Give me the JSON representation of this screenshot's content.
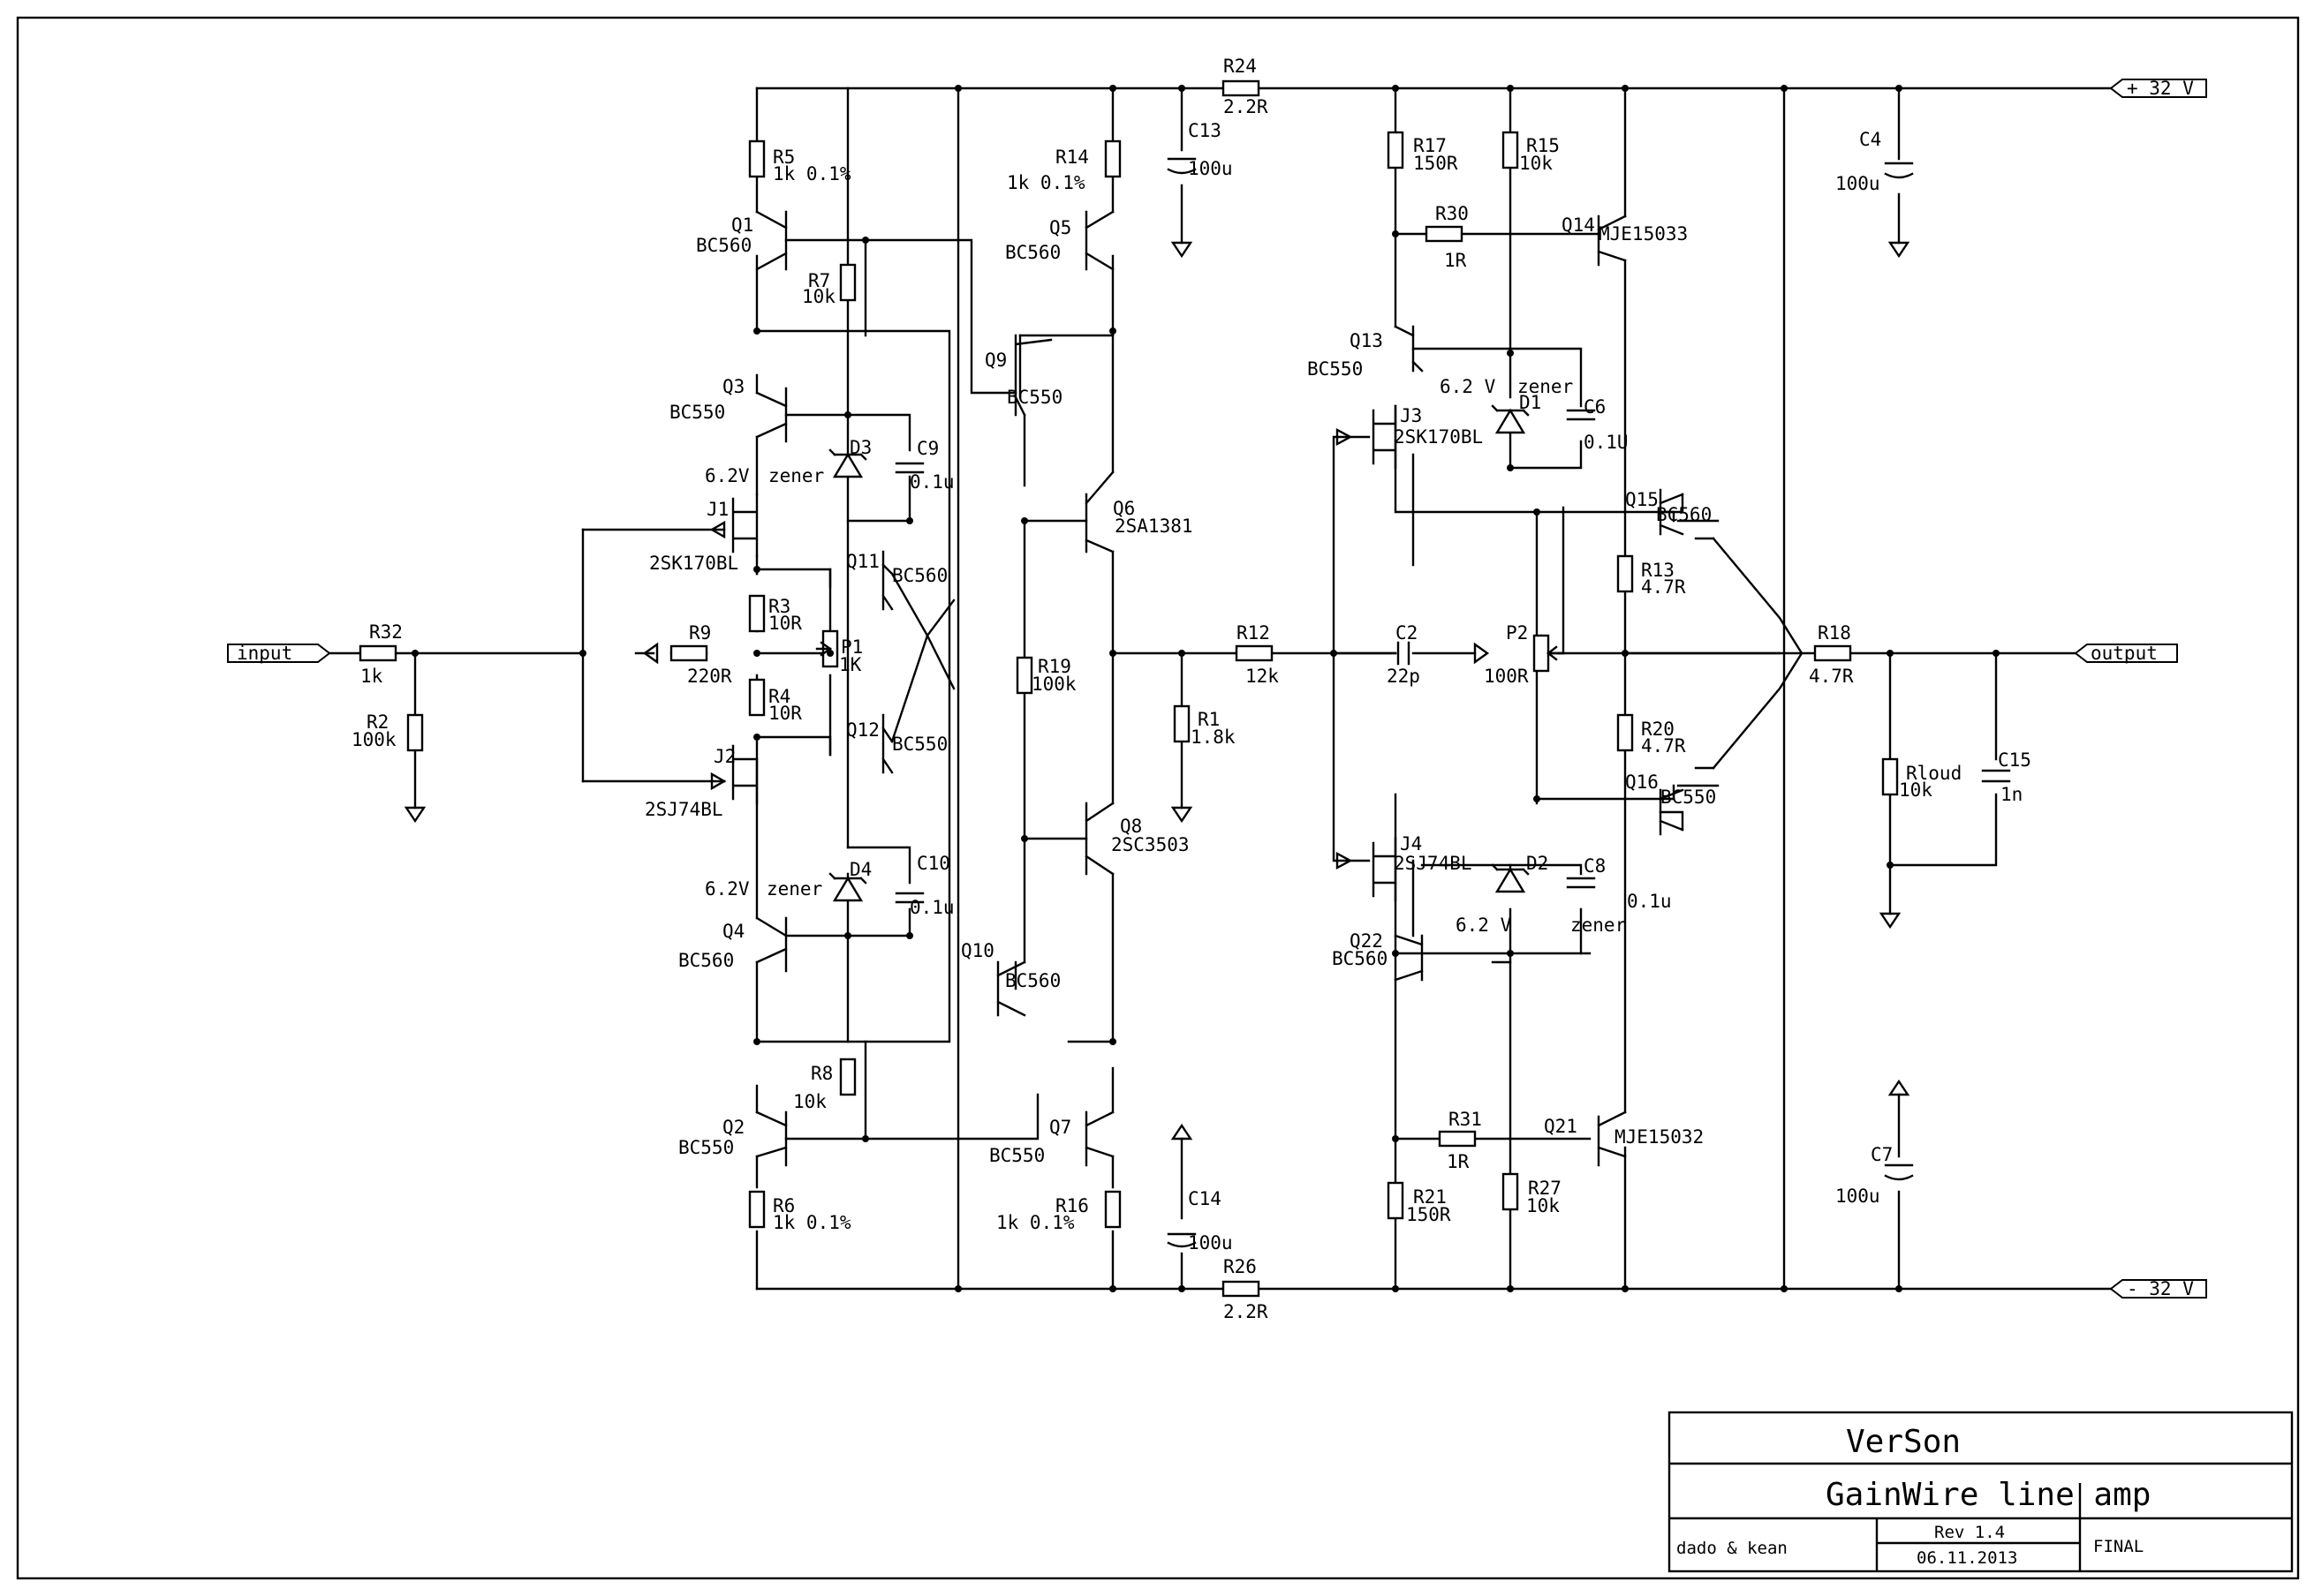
{
  "schematic": {
    "ports": {
      "input": "input",
      "output": "output",
      "vpos": "+ 32 V",
      "vneg": "- 32 V"
    },
    "components": [
      {
        "ref": "R24",
        "value": "2.2R"
      },
      {
        "ref": "C13",
        "value": "100u"
      },
      {
        "ref": "R5",
        "value": "1k 0.1%"
      },
      {
        "ref": "R14",
        "value": "1k 0.1%"
      },
      {
        "ref": "Q1",
        "value": "BC560"
      },
      {
        "ref": "Q5",
        "value": "BC560"
      },
      {
        "ref": "R7",
        "value": "10k"
      },
      {
        "ref": "Q3",
        "value": "BC550"
      },
      {
        "ref": "Q9",
        "value": "BC550"
      },
      {
        "ref": "D3",
        "value": "zener"
      },
      {
        "ref": "D3V",
        "value": "6.2V"
      },
      {
        "ref": "C9",
        "value": "0.1u"
      },
      {
        "ref": "J1",
        "value": "2SK170BL"
      },
      {
        "ref": "Q11",
        "value": "BC560"
      },
      {
        "ref": "R3",
        "value": "10R"
      },
      {
        "ref": "R9",
        "value": "220R"
      },
      {
        "ref": "P1",
        "value": "1K"
      },
      {
        "ref": "R4",
        "value": "10R"
      },
      {
        "ref": "Q12",
        "value": "BC550"
      },
      {
        "ref": "J2",
        "value": "2SJ74BL"
      },
      {
        "ref": "D4",
        "value": "zener"
      },
      {
        "ref": "D4V",
        "value": "6.2V"
      },
      {
        "ref": "C10",
        "value": "0.1u"
      },
      {
        "ref": "Q4",
        "value": "BC560"
      },
      {
        "ref": "Q10",
        "value": "BC560"
      },
      {
        "ref": "R8",
        "value": "10k"
      },
      {
        "ref": "Q2",
        "value": "BC550"
      },
      {
        "ref": "Q7",
        "value": "BC550"
      },
      {
        "ref": "R6",
        "value": "1k 0.1%"
      },
      {
        "ref": "R16",
        "value": "1k 0.1%"
      },
      {
        "ref": "C14",
        "value": "100u"
      },
      {
        "ref": "R26",
        "value": "2.2R"
      },
      {
        "ref": "Q6",
        "value": "2SA1381"
      },
      {
        "ref": "R19",
        "value": "100k"
      },
      {
        "ref": "Q8",
        "value": "2SC3503"
      },
      {
        "ref": "R12",
        "value": "12k"
      },
      {
        "ref": "R1",
        "value": "1.8k"
      },
      {
        "ref": "C2",
        "value": "22p"
      },
      {
        "ref": "P2",
        "value": "100R"
      },
      {
        "ref": "R17",
        "value": "150R"
      },
      {
        "ref": "R15",
        "value": "10k"
      },
      {
        "ref": "R30",
        "value": "1R"
      },
      {
        "ref": "Q14",
        "value": "MJE15033"
      },
      {
        "ref": "Q13",
        "value": "BC550"
      },
      {
        "ref": "D1",
        "value": "zener"
      },
      {
        "ref": "D1V",
        "value": "6.2 V"
      },
      {
        "ref": "C6",
        "value": "0.1U"
      },
      {
        "ref": "J3",
        "value": "2SK170BL"
      },
      {
        "ref": "Q15",
        "value": "BC560"
      },
      {
        "ref": "R13",
        "value": "4.7R"
      },
      {
        "ref": "R20",
        "value": "4.7R"
      },
      {
        "ref": "Q16",
        "value": "BC550"
      },
      {
        "ref": "J4",
        "value": "2SJ74BL"
      },
      {
        "ref": "D2",
        "value": "zener"
      },
      {
        "ref": "D2V",
        "value": "6.2 V"
      },
      {
        "ref": "C8",
        "value": "0.1u"
      },
      {
        "ref": "Q22",
        "value": "BC560"
      },
      {
        "ref": "R31",
        "value": "1R"
      },
      {
        "ref": "Q21",
        "value": "MJE15032"
      },
      {
        "ref": "R21",
        "value": "150R"
      },
      {
        "ref": "R27",
        "value": "10k"
      },
      {
        "ref": "C4",
        "value": "100u"
      },
      {
        "ref": "C7",
        "value": "100u"
      },
      {
        "ref": "R18",
        "value": "4.7R"
      },
      {
        "ref": "Rloud",
        "value": "10k"
      },
      {
        "ref": "C15",
        "value": "1n"
      },
      {
        "ref": "R32",
        "value": "1k"
      },
      {
        "ref": "R2",
        "value": "100k"
      }
    ]
  },
  "title_block": {
    "company": "VerSon",
    "title": "GainWire line amp",
    "authors": "dado & kean",
    "rev": "Rev 1.4",
    "date": "06.11.2013",
    "status": "FINAL"
  }
}
